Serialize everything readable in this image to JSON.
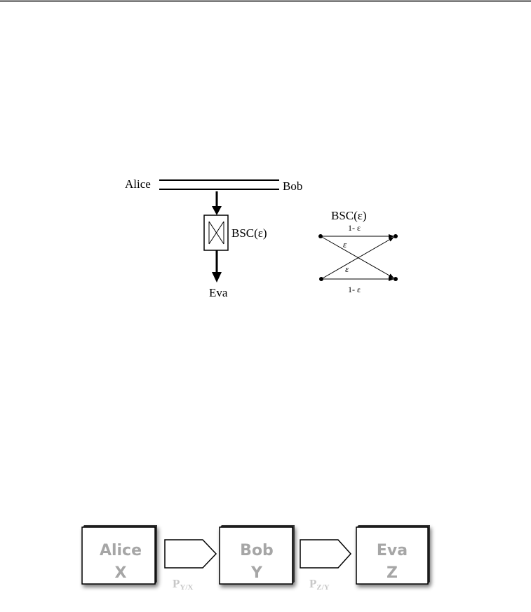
{
  "figure1": {
    "left": {
      "alice": "Alice",
      "bob": "Bob",
      "channel": "BSC(ε)",
      "eva": "Eva"
    },
    "right": {
      "title": "BSC(ε)",
      "top_label": "1- ε",
      "cross_label_1": "ε",
      "cross_label_2": "ε",
      "bottom_label": "1- ε"
    }
  },
  "figure2": {
    "boxes": [
      {
        "name": "Alice",
        "var": "X"
      },
      {
        "name": "Bob",
        "var": "Y"
      },
      {
        "name": "Eva",
        "var": "Z"
      }
    ],
    "arrows": [
      {
        "p": "P",
        "sub": "Y/X"
      },
      {
        "p": "P",
        "sub": "Z/Y"
      }
    ]
  },
  "colors": {
    "box_text": "#a6a6a6",
    "ink": "#000000"
  }
}
